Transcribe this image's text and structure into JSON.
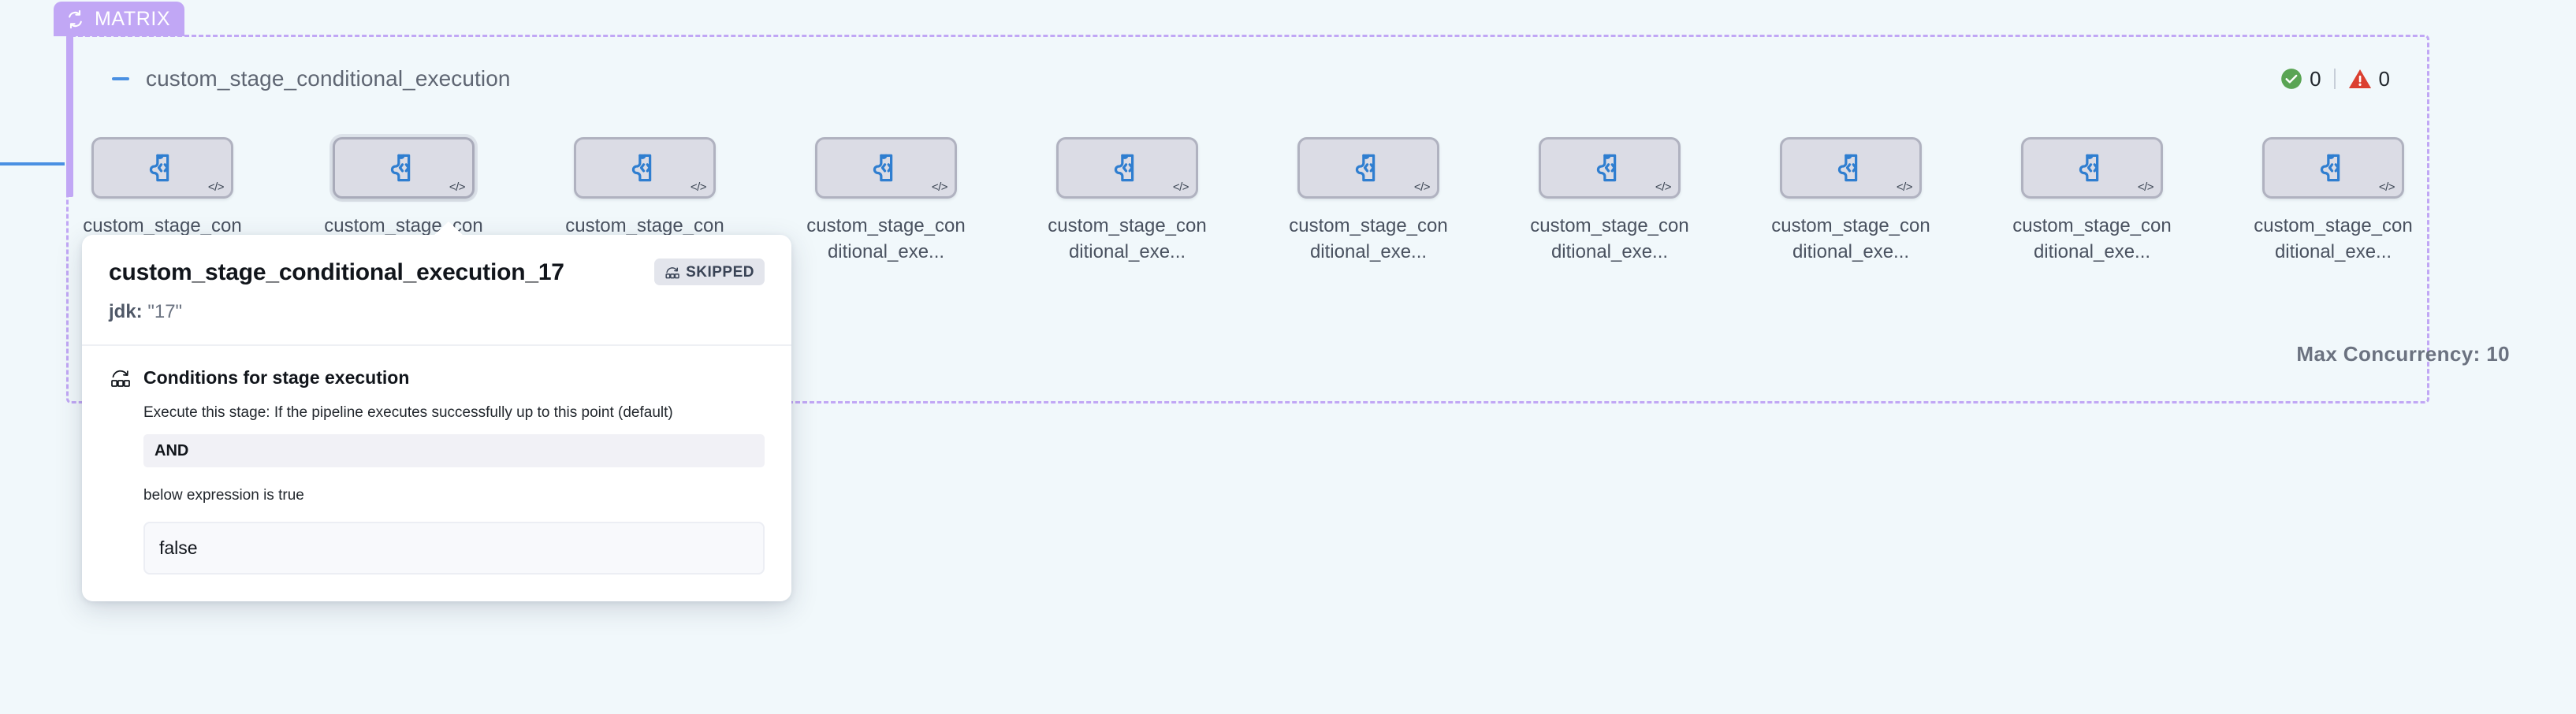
{
  "matrix": {
    "chip_label": "MATRIX",
    "chip_icon": "loop-icon",
    "chip_color": "#c1a7f5",
    "border_color": "#c1a7f5",
    "max_concurrency_label": "Max Concurrency: 10"
  },
  "group": {
    "title": "custom_stage_conditional_execution",
    "collapse_icon": "minus-icon",
    "collapse_color": "#4a90e2"
  },
  "counters": {
    "success": {
      "icon": "check-circle-icon",
      "value": "0",
      "color": "#5aa454"
    },
    "warning": {
      "icon": "warning-triangle-icon",
      "value": "0",
      "color": "#db3f30"
    }
  },
  "nodes": [
    {
      "label": "custom_stage_conditional_exe...",
      "icon": "custom-stage-icon",
      "corner_icon": "code-icon",
      "active": false
    },
    {
      "label": "custom_stage_conditional_exe...",
      "icon": "custom-stage-icon",
      "corner_icon": "code-icon",
      "active": true
    },
    {
      "label": "custom_stage_conditional_exe...",
      "icon": "custom-stage-icon",
      "corner_icon": "code-icon",
      "active": false
    },
    {
      "label": "custom_stage_conditional_exe...",
      "icon": "custom-stage-icon",
      "corner_icon": "code-icon",
      "active": false
    },
    {
      "label": "custom_stage_conditional_exe...",
      "icon": "custom-stage-icon",
      "corner_icon": "code-icon",
      "active": false
    },
    {
      "label": "custom_stage_conditional_exe...",
      "icon": "custom-stage-icon",
      "corner_icon": "code-icon",
      "active": false
    },
    {
      "label": "custom_stage_conditional_exe...",
      "icon": "custom-stage-icon",
      "corner_icon": "code-icon",
      "active": false
    },
    {
      "label": "custom_stage_conditional_exe...",
      "icon": "custom-stage-icon",
      "corner_icon": "code-icon",
      "active": false
    },
    {
      "label": "custom_stage_conditional_exe...",
      "icon": "custom-stage-icon",
      "corner_icon": "code-icon",
      "active": false
    },
    {
      "label": "custom_stage_conditional_exe...",
      "icon": "custom-stage-icon",
      "corner_icon": "code-icon",
      "active": false
    }
  ],
  "popover": {
    "title": "custom_stage_conditional_execution_17",
    "status_badge": {
      "label": "SKIPPED",
      "icon": "skip-icon"
    },
    "matrix_key": "jdk:",
    "matrix_value": "\"17\"",
    "conditions": {
      "icon": "conditions-icon",
      "heading": "Conditions for stage execution",
      "description": "Execute this stage: If the pipeline executes successfully up to this point (default)",
      "operator": "AND",
      "note": "below expression is true",
      "expression": "false"
    }
  }
}
